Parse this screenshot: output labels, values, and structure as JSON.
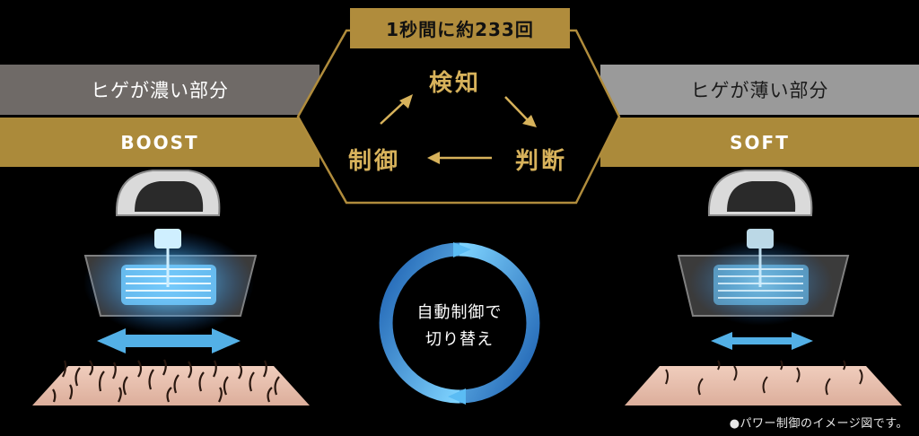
{
  "rate_label": "1秒間に約233回",
  "cycle": {
    "detect": "検知",
    "judge": "判断",
    "control": "制御"
  },
  "left": {
    "area_label": "ヒゲが濃い部分",
    "mode": "BOOST"
  },
  "right": {
    "area_label": "ヒゲが薄い部分",
    "mode": "SOFT"
  },
  "ring_label": {
    "line1": "自動制御で",
    "line2": "切り替え"
  },
  "note": "●パワー制御のイメージ図です。",
  "colors": {
    "gold": "#ab8a3a",
    "gold_text": "#d7b25b",
    "blue": "#3aa0e8",
    "dark_gray": "#6f6a67",
    "light_gray": "#9a9a9a",
    "skin": "#e8c2b3"
  }
}
